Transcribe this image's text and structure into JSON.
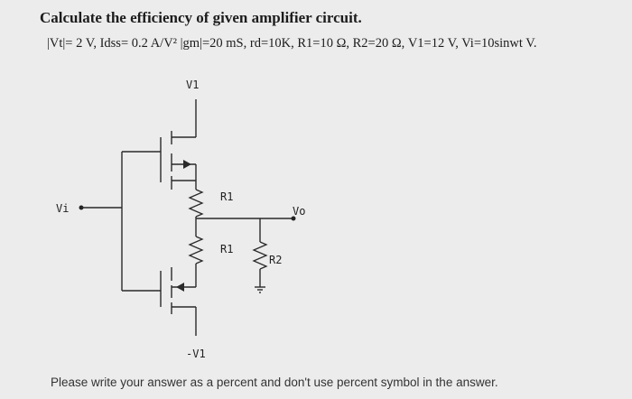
{
  "question": {
    "title": "Calculate the efficiency of given amplifier circuit.",
    "params": "|Vt|= 2 V, Idss= 0.2 A/V² |gm|=20 mS, rd=10K, R1=10 Ω, R2=20 Ω, V1=12 V, Vi=10sinwt V.",
    "footer": "Please write your answer as a percent and don't use percent symbol in the answer."
  },
  "circuit": {
    "supply_top": "V1",
    "supply_bottom": "-V1",
    "input": "Vi",
    "output": "Vo",
    "resistor_upper": "R1",
    "resistor_lower": "R1",
    "resistor_load": "R2"
  }
}
